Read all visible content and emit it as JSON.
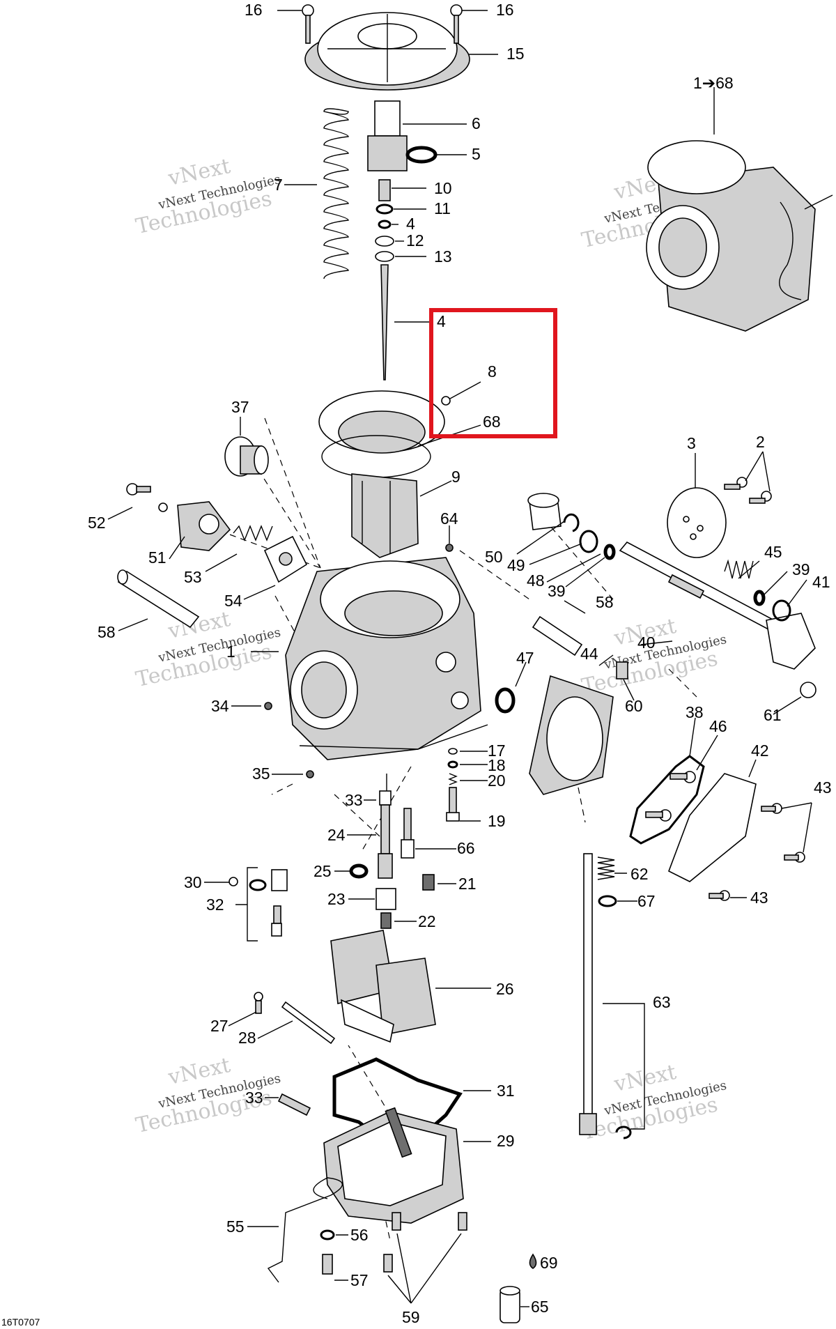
{
  "figure_code": "16T0707",
  "highlight_color": "#e0161e",
  "watermark": {
    "line1": "vNext",
    "line2": "vNext Technologies",
    "line3": "Technologies"
  },
  "labels": {
    "l16a": "16",
    "l16b": "16",
    "l15": "15",
    "l1to68": "1➔68",
    "l6": "6",
    "l5": "5",
    "l7": "7",
    "l10": "10",
    "l11": "11",
    "l4a": "4",
    "l12": "12",
    "l13": "13",
    "l4b": "4",
    "l8": "8",
    "l68": "68",
    "l37": "37",
    "l9": "9",
    "l3": "3",
    "l2": "2",
    "l52": "52",
    "l64": "64",
    "l51": "51",
    "l53": "53",
    "l50": "50",
    "l49": "49",
    "l48": "48",
    "l39a": "39",
    "l45": "45",
    "l39b": "39",
    "l41": "41",
    "l54": "54",
    "l58a": "58",
    "l58b": "58",
    "l1": "1",
    "l40": "40",
    "l47": "47",
    "l44": "44",
    "l34": "34",
    "l60": "60",
    "l61": "61",
    "l38": "38",
    "l46": "46",
    "l42": "42",
    "l17": "17",
    "l18": "18",
    "l20": "20",
    "l35": "35",
    "l43a": "43",
    "l33a": "33",
    "l19": "19",
    "l24": "24",
    "l66": "66",
    "l25": "25",
    "l30": "30",
    "l21": "21",
    "l62": "62",
    "l32": "32",
    "l23": "23",
    "l67": "67",
    "l43b": "43",
    "l22": "22",
    "l26": "26",
    "l63": "63",
    "l27": "27",
    "l28": "28",
    "l31": "31",
    "l33b": "33",
    "l29": "29",
    "l55": "55",
    "l56": "56",
    "l69": "69",
    "l57": "57",
    "l65": "65",
    "l59": "59"
  }
}
